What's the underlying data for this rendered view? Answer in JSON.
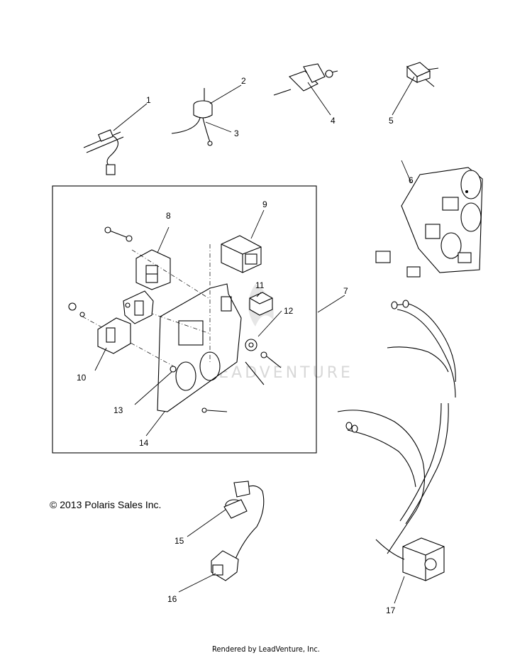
{
  "callouts": [
    "1",
    "2",
    "3",
    "4",
    "5",
    "6",
    "7",
    "8",
    "9",
    "11",
    "12",
    "10",
    "13",
    "14",
    "15",
    "16",
    "17"
  ],
  "copyright": "© 2013 Polaris Sales Inc.",
  "footer": "Rendered by LeadVenture, Inc.",
  "watermark": "LEADVENTURE"
}
